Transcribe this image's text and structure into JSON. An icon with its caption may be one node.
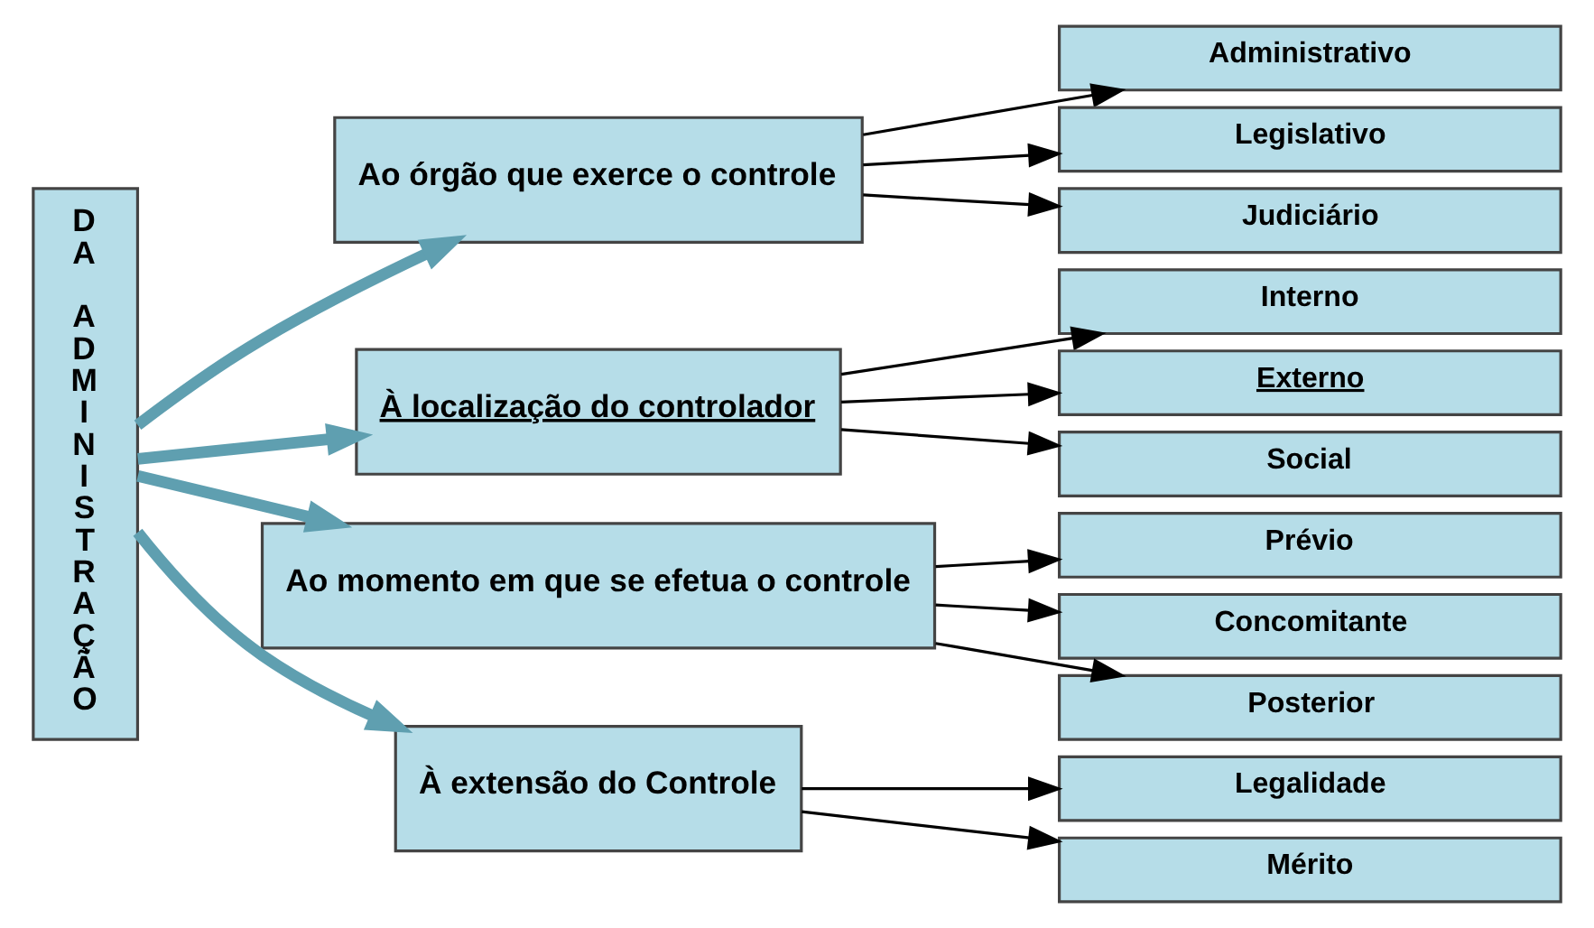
{
  "diagram": {
    "nodes": [
      {
        "text": [
          "DA ADMINISTRAÇÃO"
        ]
      },
      {
        "text": [
          "Ao órgão que exerce o controle"
        ]
      },
      {
        "text": [
          "Administrativo"
        ]
      },
      {
        "text": [
          "Legislativo"
        ]
      },
      {
        "text": [
          "Judiciário"
        ]
      },
      {
        "text": [
          "À localização do controlador"
        ]
      },
      {
        "text": [
          "Interno"
        ]
      },
      {
        "text": [
          "Externo"
        ]
      },
      {
        "text": [
          "Social"
        ]
      },
      {
        "text": [
          "Ao momento em que se efetua o controle"
        ]
      },
      {
        "text": [
          "Prévio"
        ]
      },
      {
        "text": [
          "Concomitante"
        ]
      },
      {
        "text": [
          "Posterior"
        ]
      },
      {
        "text": [
          "À extensão do Controle"
        ]
      },
      {
        "text": [
          "Legalidade"
        ]
      },
      {
        "text": [
          "Mérito"
        ]
      }
    ],
    "edges": [
      {
        "from": 0,
        "to": 1,
        "arrow": "to",
        "style": "thick",
        "color": "#5f9fb0"
      },
      {
        "from": 0,
        "to": 5,
        "arrow": "to",
        "style": "thick",
        "color": "#5f9fb0"
      },
      {
        "from": 0,
        "to": 9,
        "arrow": "to",
        "style": "thick",
        "color": "#5f9fb0"
      },
      {
        "from": 0,
        "to": 13,
        "arrow": "to",
        "style": "thick",
        "color": "#5f9fb0"
      },
      {
        "from": 1,
        "to": 2,
        "arrow": "to"
      },
      {
        "from": 1,
        "to": 3,
        "arrow": "to"
      },
      {
        "from": 1,
        "to": 4,
        "arrow": "to"
      },
      {
        "from": 5,
        "to": 6,
        "arrow": "to"
      },
      {
        "from": 5,
        "to": 7,
        "arrow": "to"
      },
      {
        "from": 5,
        "to": 8,
        "arrow": "to"
      },
      {
        "from": 9,
        "to": 10,
        "arrow": "to"
      },
      {
        "from": 9,
        "to": 11,
        "arrow": "to"
      },
      {
        "from": 9,
        "to": 12,
        "arrow": "to"
      },
      {
        "from": 13,
        "to": 14,
        "arrow": "to"
      },
      {
        "from": 13,
        "to": 15,
        "arrow": "to"
      }
    ]
  }
}
